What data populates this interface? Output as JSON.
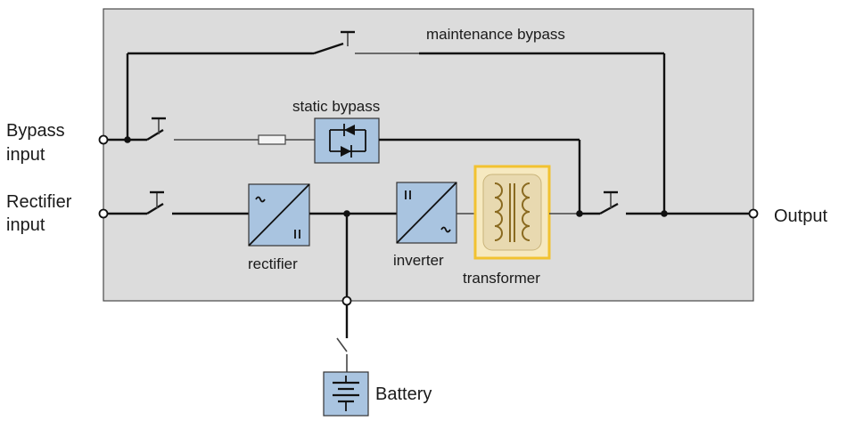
{
  "labels": {
    "maintenance_bypass": "maintenance bypass",
    "static_bypass": "static bypass",
    "bypass_input_line1": "Bypass",
    "bypass_input_line2": "input",
    "rectifier_input_line1": "Rectifier",
    "rectifier_input_line2": "input",
    "rectifier": "rectifier",
    "inverter": "inverter",
    "transformer": "transformer",
    "output": "Output",
    "battery": "Battery"
  },
  "colors": {
    "panel_fill": "#dcdcdc",
    "panel_border": "#4a4a4a",
    "component_fill": "#a9c4e0",
    "transformer_border": "#f2c230",
    "transformer_fill": "#e8d9b0",
    "transformer_coil": "#8a6a20",
    "wire": "#111111"
  },
  "icons": {
    "rectifier": "ac-dc-converter-icon",
    "inverter": "dc-ac-converter-icon",
    "static_bypass": "thyristor-pair-icon",
    "transformer": "transformer-icon",
    "battery": "battery-icon",
    "fuse": "fuse-icon",
    "switch": "switch-icon"
  }
}
